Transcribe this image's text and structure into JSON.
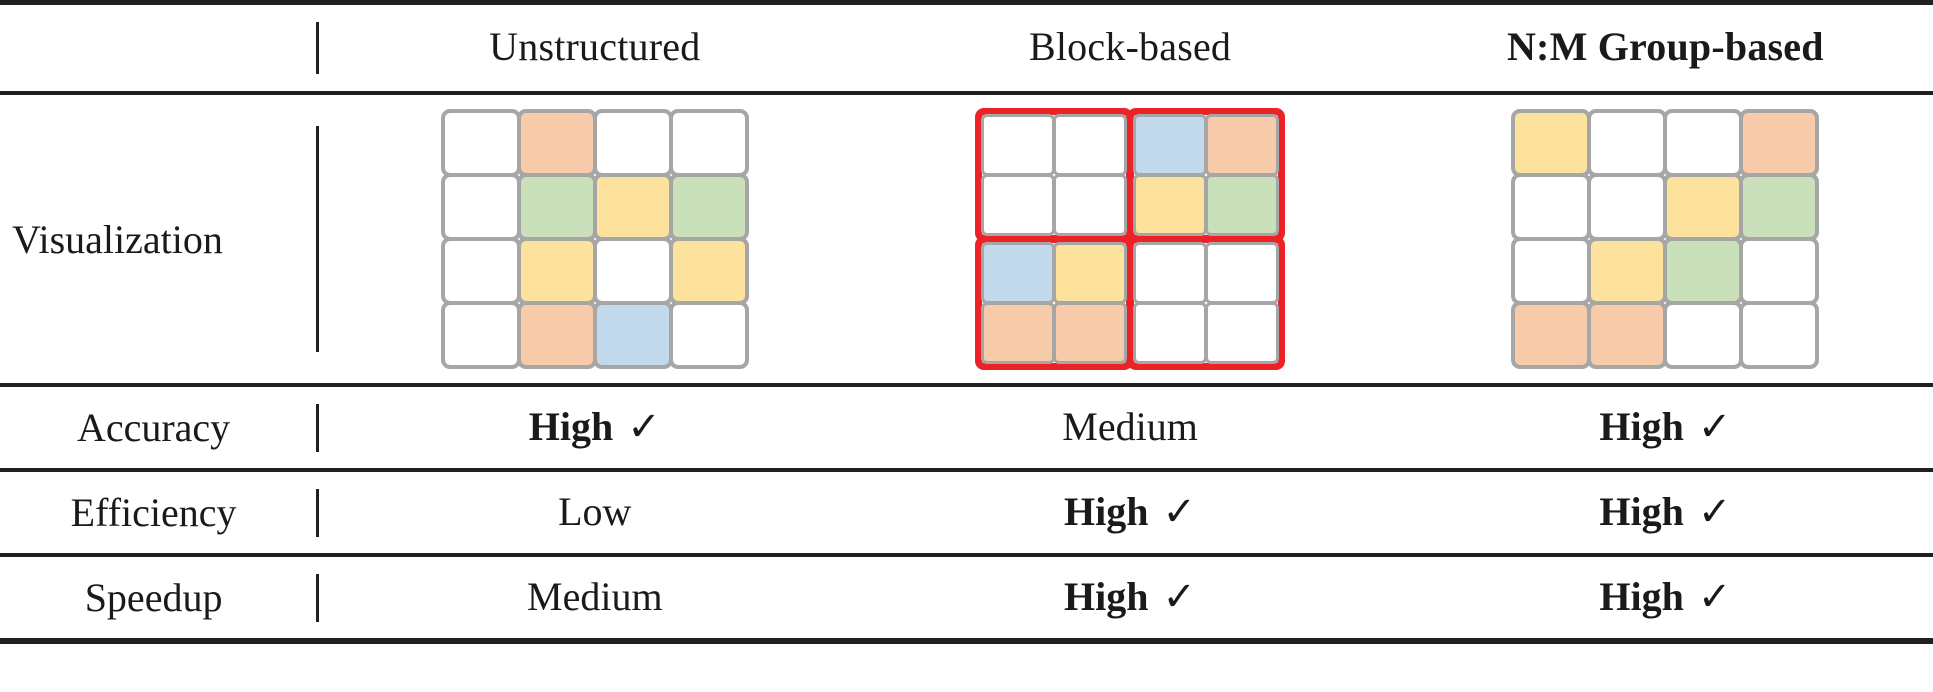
{
  "table": {
    "columns": [
      {
        "label": "Unstructured",
        "bold": false
      },
      {
        "label": "Block-based",
        "bold": false
      },
      {
        "label": "N:M Group-based",
        "bold": true
      }
    ],
    "rows": [
      {
        "label": "Visualization"
      },
      {
        "label": "Accuracy"
      },
      {
        "label": "Efficiency"
      },
      {
        "label": "Speedup"
      }
    ],
    "separator": "|",
    "check_glyph": "✓"
  },
  "visualization": {
    "unstructured": {
      "type": "4x4-sparsity-matrix",
      "rows": [
        [
          "white",
          "orange",
          "white",
          "white"
        ],
        [
          "white",
          "green",
          "yellow",
          "green"
        ],
        [
          "white",
          "yellow",
          "white",
          "yellow"
        ],
        [
          "white",
          "orange",
          "blue",
          "white"
        ]
      ]
    },
    "block_based": {
      "type": "4x4-sparsity-matrix-2x2-blocks",
      "block_outline_color": "#ec2227",
      "blocks": [
        [
          [
            "white",
            "white"
          ],
          [
            "white",
            "white"
          ]
        ],
        [
          [
            "blue",
            "orange"
          ],
          [
            "yellow",
            "green"
          ]
        ],
        [
          [
            "blue",
            "yellow"
          ],
          [
            "orange",
            "orange"
          ]
        ],
        [
          [
            "white",
            "white"
          ],
          [
            "white",
            "white"
          ]
        ]
      ]
    },
    "nm_group_based": {
      "type": "4x4-sparsity-matrix",
      "rows": [
        [
          "yellow",
          "white",
          "white",
          "orange"
        ],
        [
          "white",
          "white",
          "yellow",
          "green"
        ],
        [
          "white",
          "yellow",
          "green",
          "white"
        ],
        [
          "orange",
          "orange",
          "white",
          "white"
        ]
      ]
    }
  },
  "metrics": {
    "accuracy": [
      {
        "value": "High",
        "bold": true,
        "check": true
      },
      {
        "value": "Medium",
        "bold": false,
        "check": false
      },
      {
        "value": "High",
        "bold": true,
        "check": true
      }
    ],
    "efficiency": [
      {
        "value": "Low",
        "bold": false,
        "check": false
      },
      {
        "value": "High",
        "bold": true,
        "check": true
      },
      {
        "value": "High",
        "bold": true,
        "check": true
      }
    ],
    "speedup": [
      {
        "value": "Medium",
        "bold": false,
        "check": false
      },
      {
        "value": "High",
        "bold": true,
        "check": true
      },
      {
        "value": "High",
        "bold": true,
        "check": true
      }
    ]
  },
  "colors": {
    "white": "#ffffff",
    "orange": "#f7cbaa",
    "green": "#c9e0bb",
    "yellow": "#fce29c",
    "blue": "#c2d9ec",
    "cell_border": "#a6a6a6",
    "block_outline": "#ec2227",
    "rule": "#231f20"
  }
}
